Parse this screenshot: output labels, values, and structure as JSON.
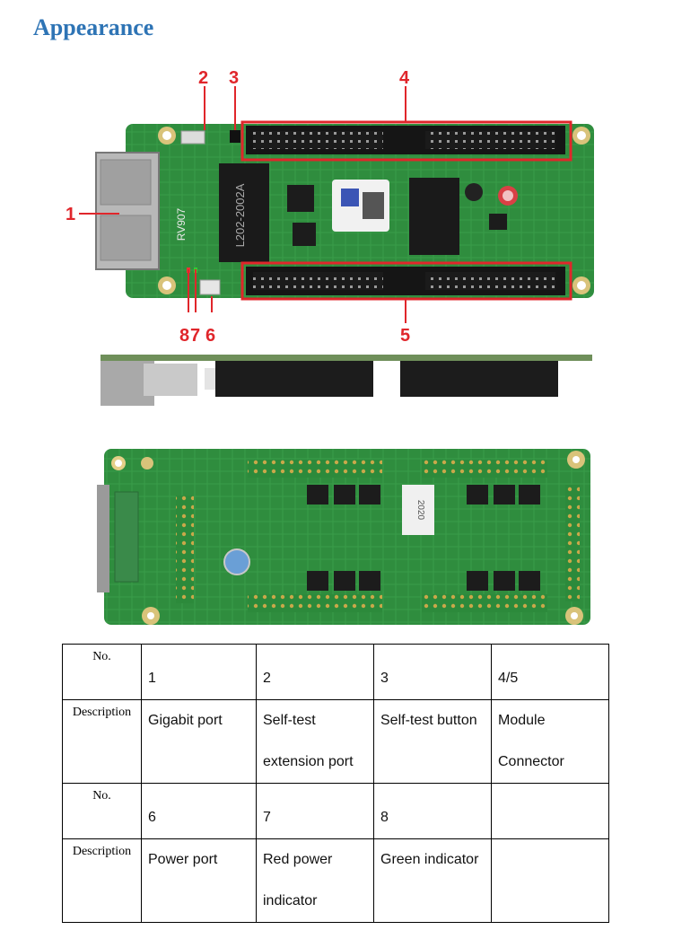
{
  "section_title": "Appearance",
  "callouts": {
    "c1": "1",
    "c2": "2",
    "c3": "3",
    "c4": "4",
    "c5": "5",
    "c6": "6",
    "c7": "7",
    "c8": "8"
  },
  "board_markings": {
    "model": "RV907",
    "chip": "L202-2002A",
    "badge": "2020"
  },
  "colors": {
    "title": "#2e74b5",
    "callout": "#e0262b",
    "pcb": "#2f8a3d"
  },
  "table": {
    "row1": {
      "header": "No.",
      "cells": [
        "1",
        "2",
        "3",
        "4/5"
      ]
    },
    "row2": {
      "header": "Description",
      "cells": [
        [
          "Gigabit port"
        ],
        [
          "Self-test",
          "extension port"
        ],
        [
          "Self-test button"
        ],
        [
          "Module",
          "Connector"
        ]
      ]
    },
    "row3": {
      "header": "No.",
      "cells": [
        "6",
        "7",
        "8",
        ""
      ]
    },
    "row4": {
      "header": "Description",
      "cells": [
        [
          "Power port"
        ],
        [
          "Red power",
          "indicator"
        ],
        [
          "Green indicator"
        ],
        [
          ""
        ]
      ]
    }
  }
}
